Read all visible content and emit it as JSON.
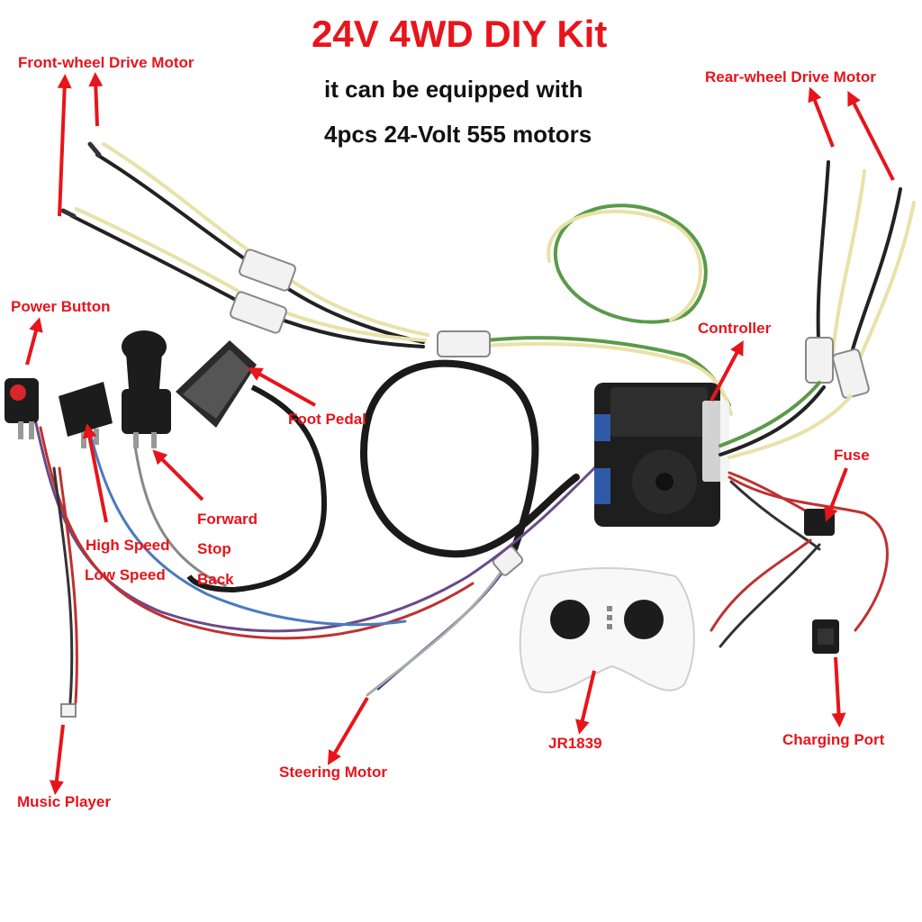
{
  "title": "24V 4WD DIY Kit",
  "subtitle_line1": "it can be equipped with",
  "subtitle_line2": "4pcs 24-Volt 555 motors",
  "labels": {
    "front_motor": "Front-wheel Drive Motor",
    "rear_motor": "Rear-wheel Drive Motor",
    "power_button": "Power Button",
    "controller": "Controller",
    "foot_pedal": "Foot Pedal",
    "fuse": "Fuse",
    "forward": "Forward",
    "stop": "Stop",
    "back": "Back",
    "high_speed": "High Speed",
    "low_speed": "Low Speed",
    "music_player": "Music Player",
    "steering_motor": "Steering Motor",
    "remote": "JR1839",
    "charging_port": "Charging Port"
  },
  "colors": {
    "annotation_red": "#e8141b",
    "title_red": "#e8141b",
    "text_black": "#111111"
  },
  "icons": [
    "remote-control-icon",
    "controller-box-icon",
    "gear-knob-icon",
    "rocker-switch-icon",
    "fuse-holder-icon"
  ]
}
